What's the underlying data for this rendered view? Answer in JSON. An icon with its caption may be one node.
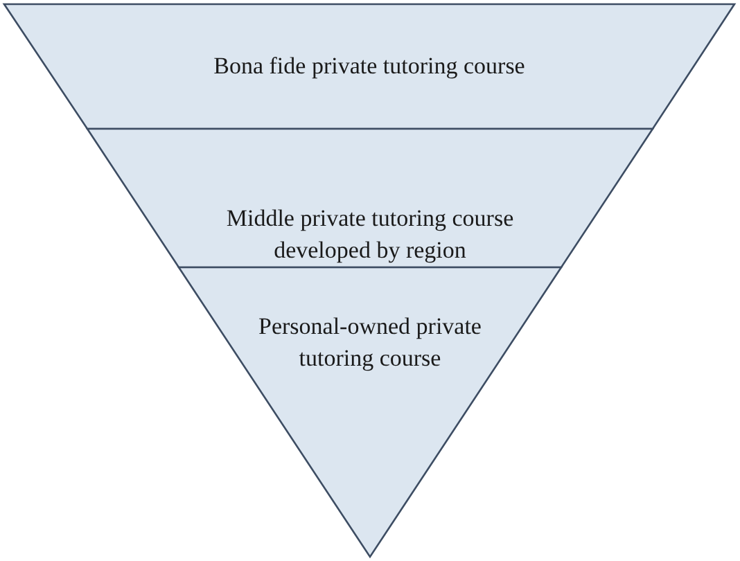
{
  "diagram": {
    "nodes": [
      {
        "text": [
          "Bona fide private tutoring course"
        ]
      },
      {
        "text": [
          "Middle private tutoring course developed by region"
        ]
      },
      {
        "text": [
          "Personal-owned private tutoring course"
        ]
      }
    ]
  }
}
